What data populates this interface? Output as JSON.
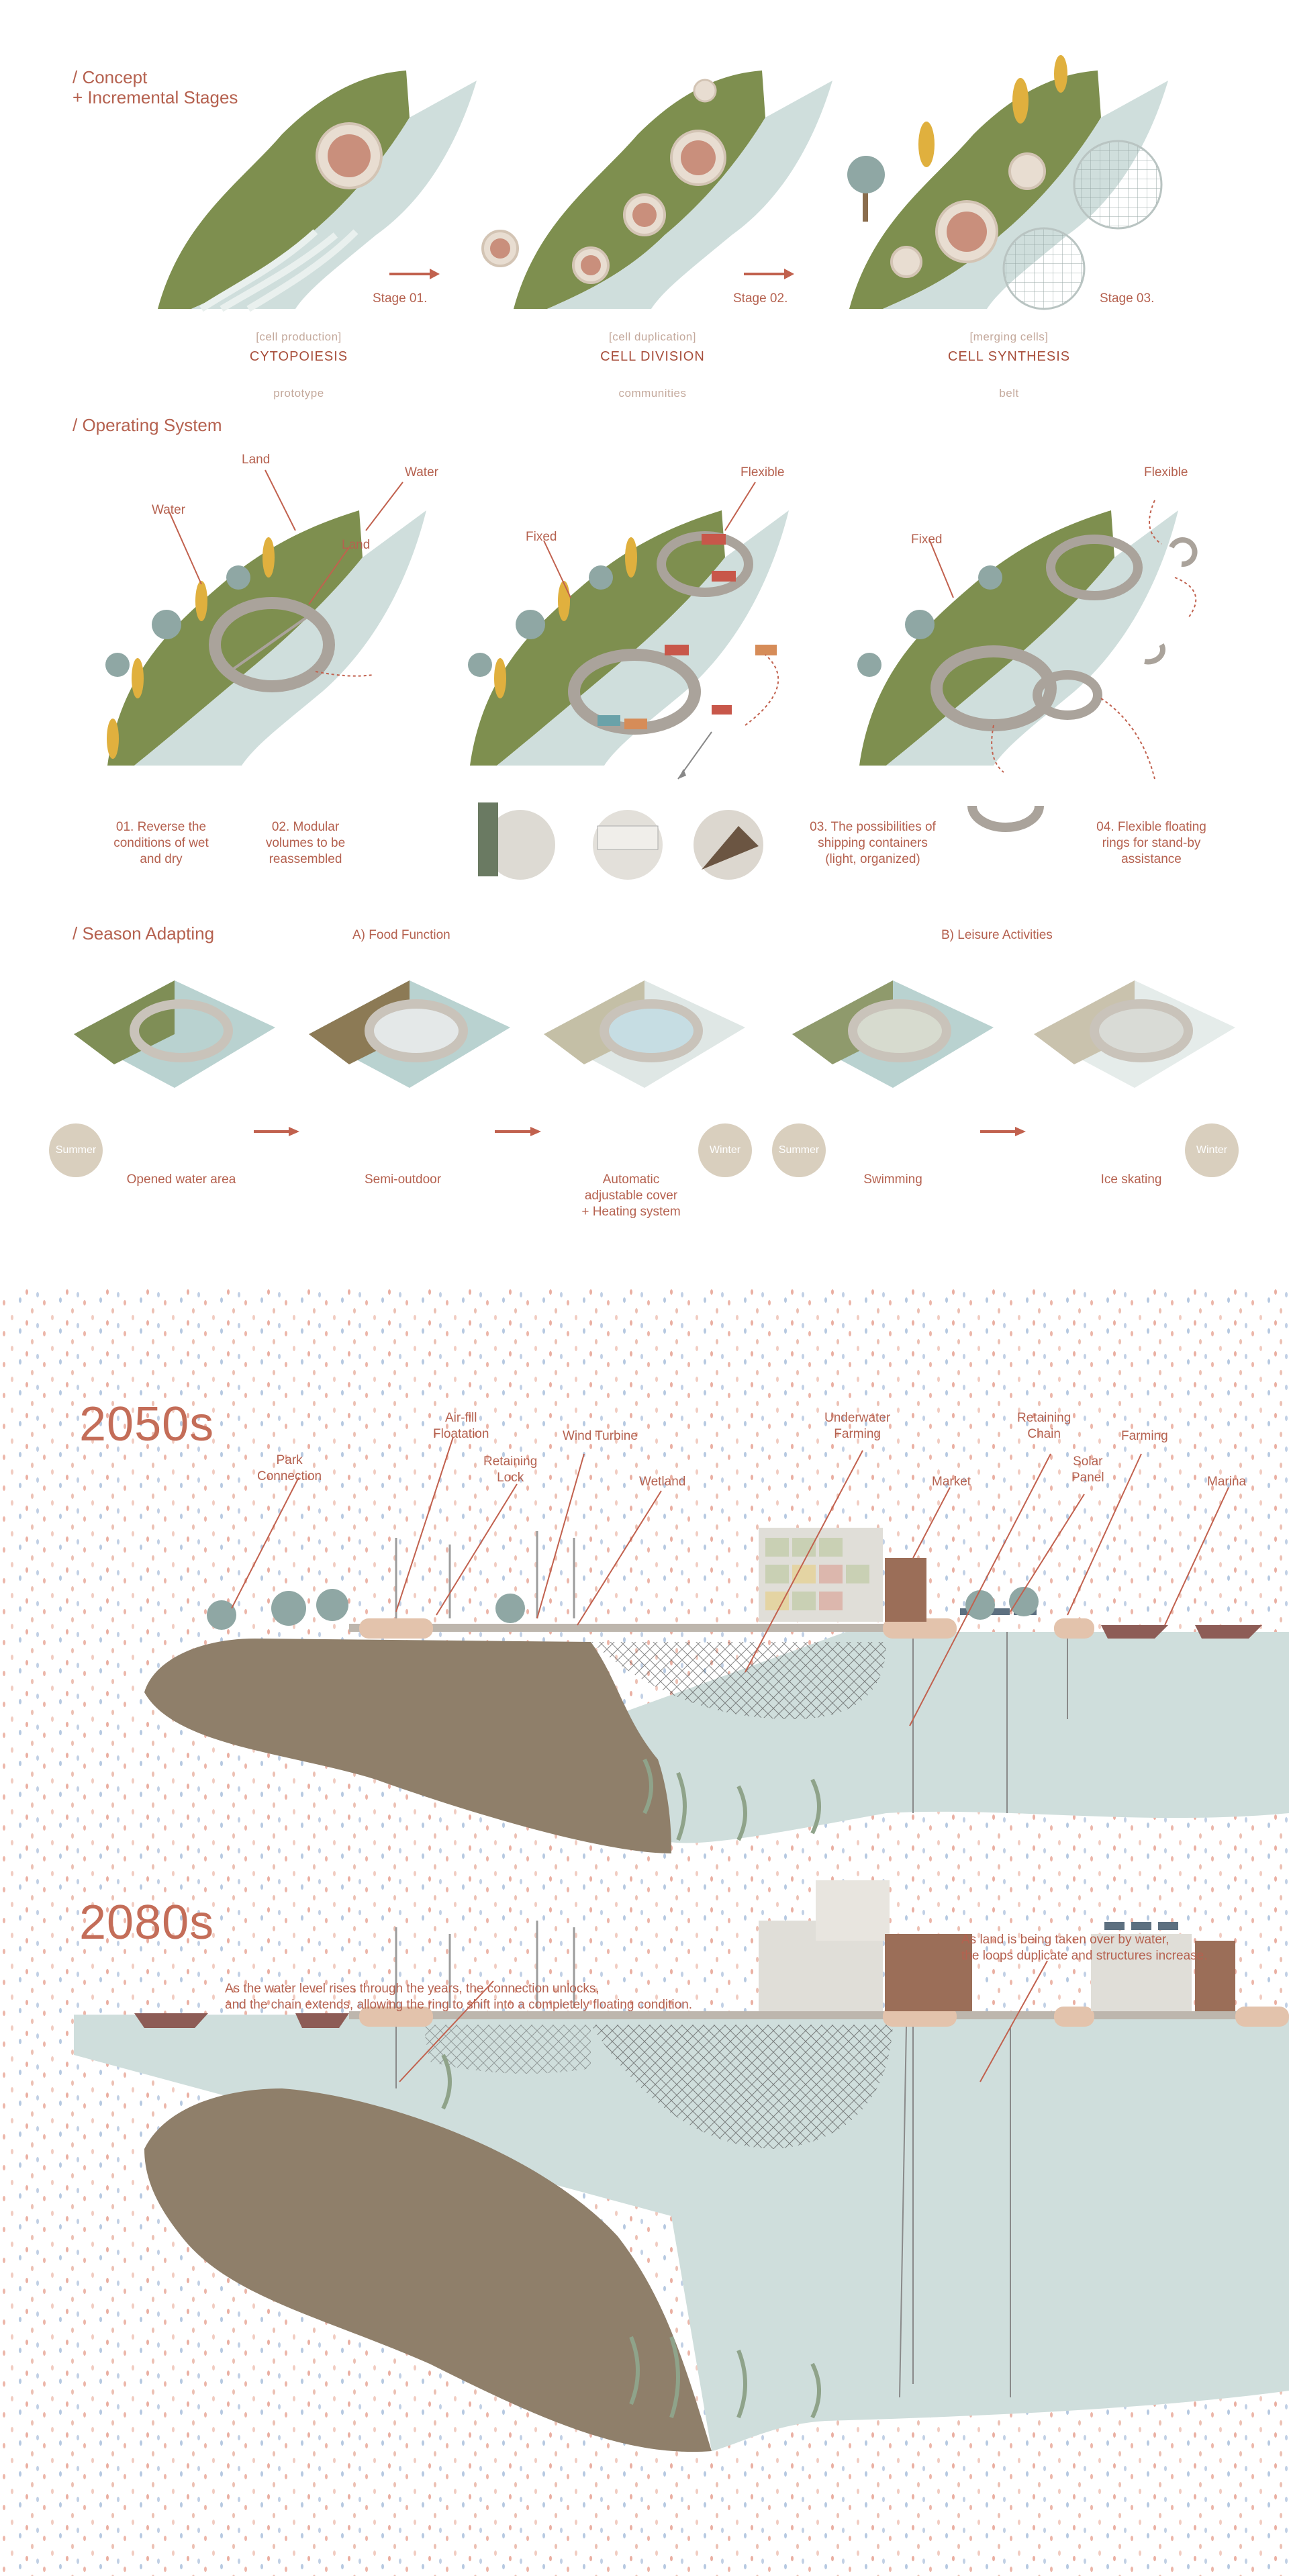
{
  "concept": {
    "heading_line1": "/ Concept",
    "heading_line2": "+ Incremental Stages",
    "stages": [
      {
        "stage": "Stage 01.",
        "bracket": "[cell production]",
        "name": "CYTOPOIESIS",
        "sub": "prototype"
      },
      {
        "stage": "Stage 02.",
        "bracket": "[cell duplication]",
        "name": "CELL DIVISION",
        "sub": "communities"
      },
      {
        "stage": "Stage 03.",
        "bracket": "[merging cells]",
        "name": "CELL SYNTHESIS",
        "sub": "belt"
      }
    ]
  },
  "operating": {
    "heading": "/ Operating System",
    "diag1": {
      "water": "Water",
      "land": "Land",
      "water2": "Water",
      "land2": "Land"
    },
    "diag2": {
      "fixed": "Fixed",
      "flexible": "Flexible"
    },
    "diag3": {
      "fixed": "Fixed",
      "flexible": "Flexible"
    },
    "captions": [
      {
        "line1": "01. Reverse the",
        "line2": "conditions of wet",
        "line3": "and dry"
      },
      {
        "line1": "02. Modular",
        "line2": "volumes to be",
        "line3": "reassembled"
      },
      {
        "line1": "03. The possibilities of",
        "line2": "shipping containers",
        "line3": "(light, organized)"
      },
      {
        "line1": "04. Flexible floating",
        "line2": "rings for stand-by",
        "line3": "assistance"
      }
    ]
  },
  "season": {
    "heading": "/ Season Adapting",
    "food": "A) Food Function",
    "leisure": "B) Leisure Activities",
    "summer": "Summer",
    "winter": "Winter",
    "labels": [
      "Opened water area",
      "Semi-outdoor",
      "Automatic",
      "adjustable cover",
      "+ Heating system",
      "Swimming",
      "Ice skating"
    ]
  },
  "section2050": {
    "title": "2050s",
    "labels": {
      "park1": "Park",
      "park2": "Connection",
      "air1": "Air-fill",
      "air2": "Floatation",
      "ret1": "Retaining",
      "ret2": "Lock",
      "wind": "Wind Turbine",
      "wetland": "Wetland",
      "uw1": "Underwater",
      "uw2": "Farming",
      "market": "Market",
      "chain1": "Retaining",
      "chain2": "Chain",
      "solar1": "Solar",
      "solar2": "Panel",
      "farming": "Farming",
      "marina": "Marina"
    }
  },
  "section2080": {
    "title": "2080s",
    "note1_line1": "As the water level rises  through the years, the connection unlocks,",
    "note1_line2": "and the chain extends, allowing the ring to shift into a completely floating condition.",
    "note2_line1": "As land is being taken over by water,",
    "note2_line2": "the loops duplicate and structures increase."
  },
  "colors": {
    "accent": "#b5614f",
    "grass": "#7e8f4f",
    "water": "#cfdedc",
    "soil": "#8f7f6a",
    "ring": "#bdb6ad",
    "sand": "#d9cfbe"
  }
}
